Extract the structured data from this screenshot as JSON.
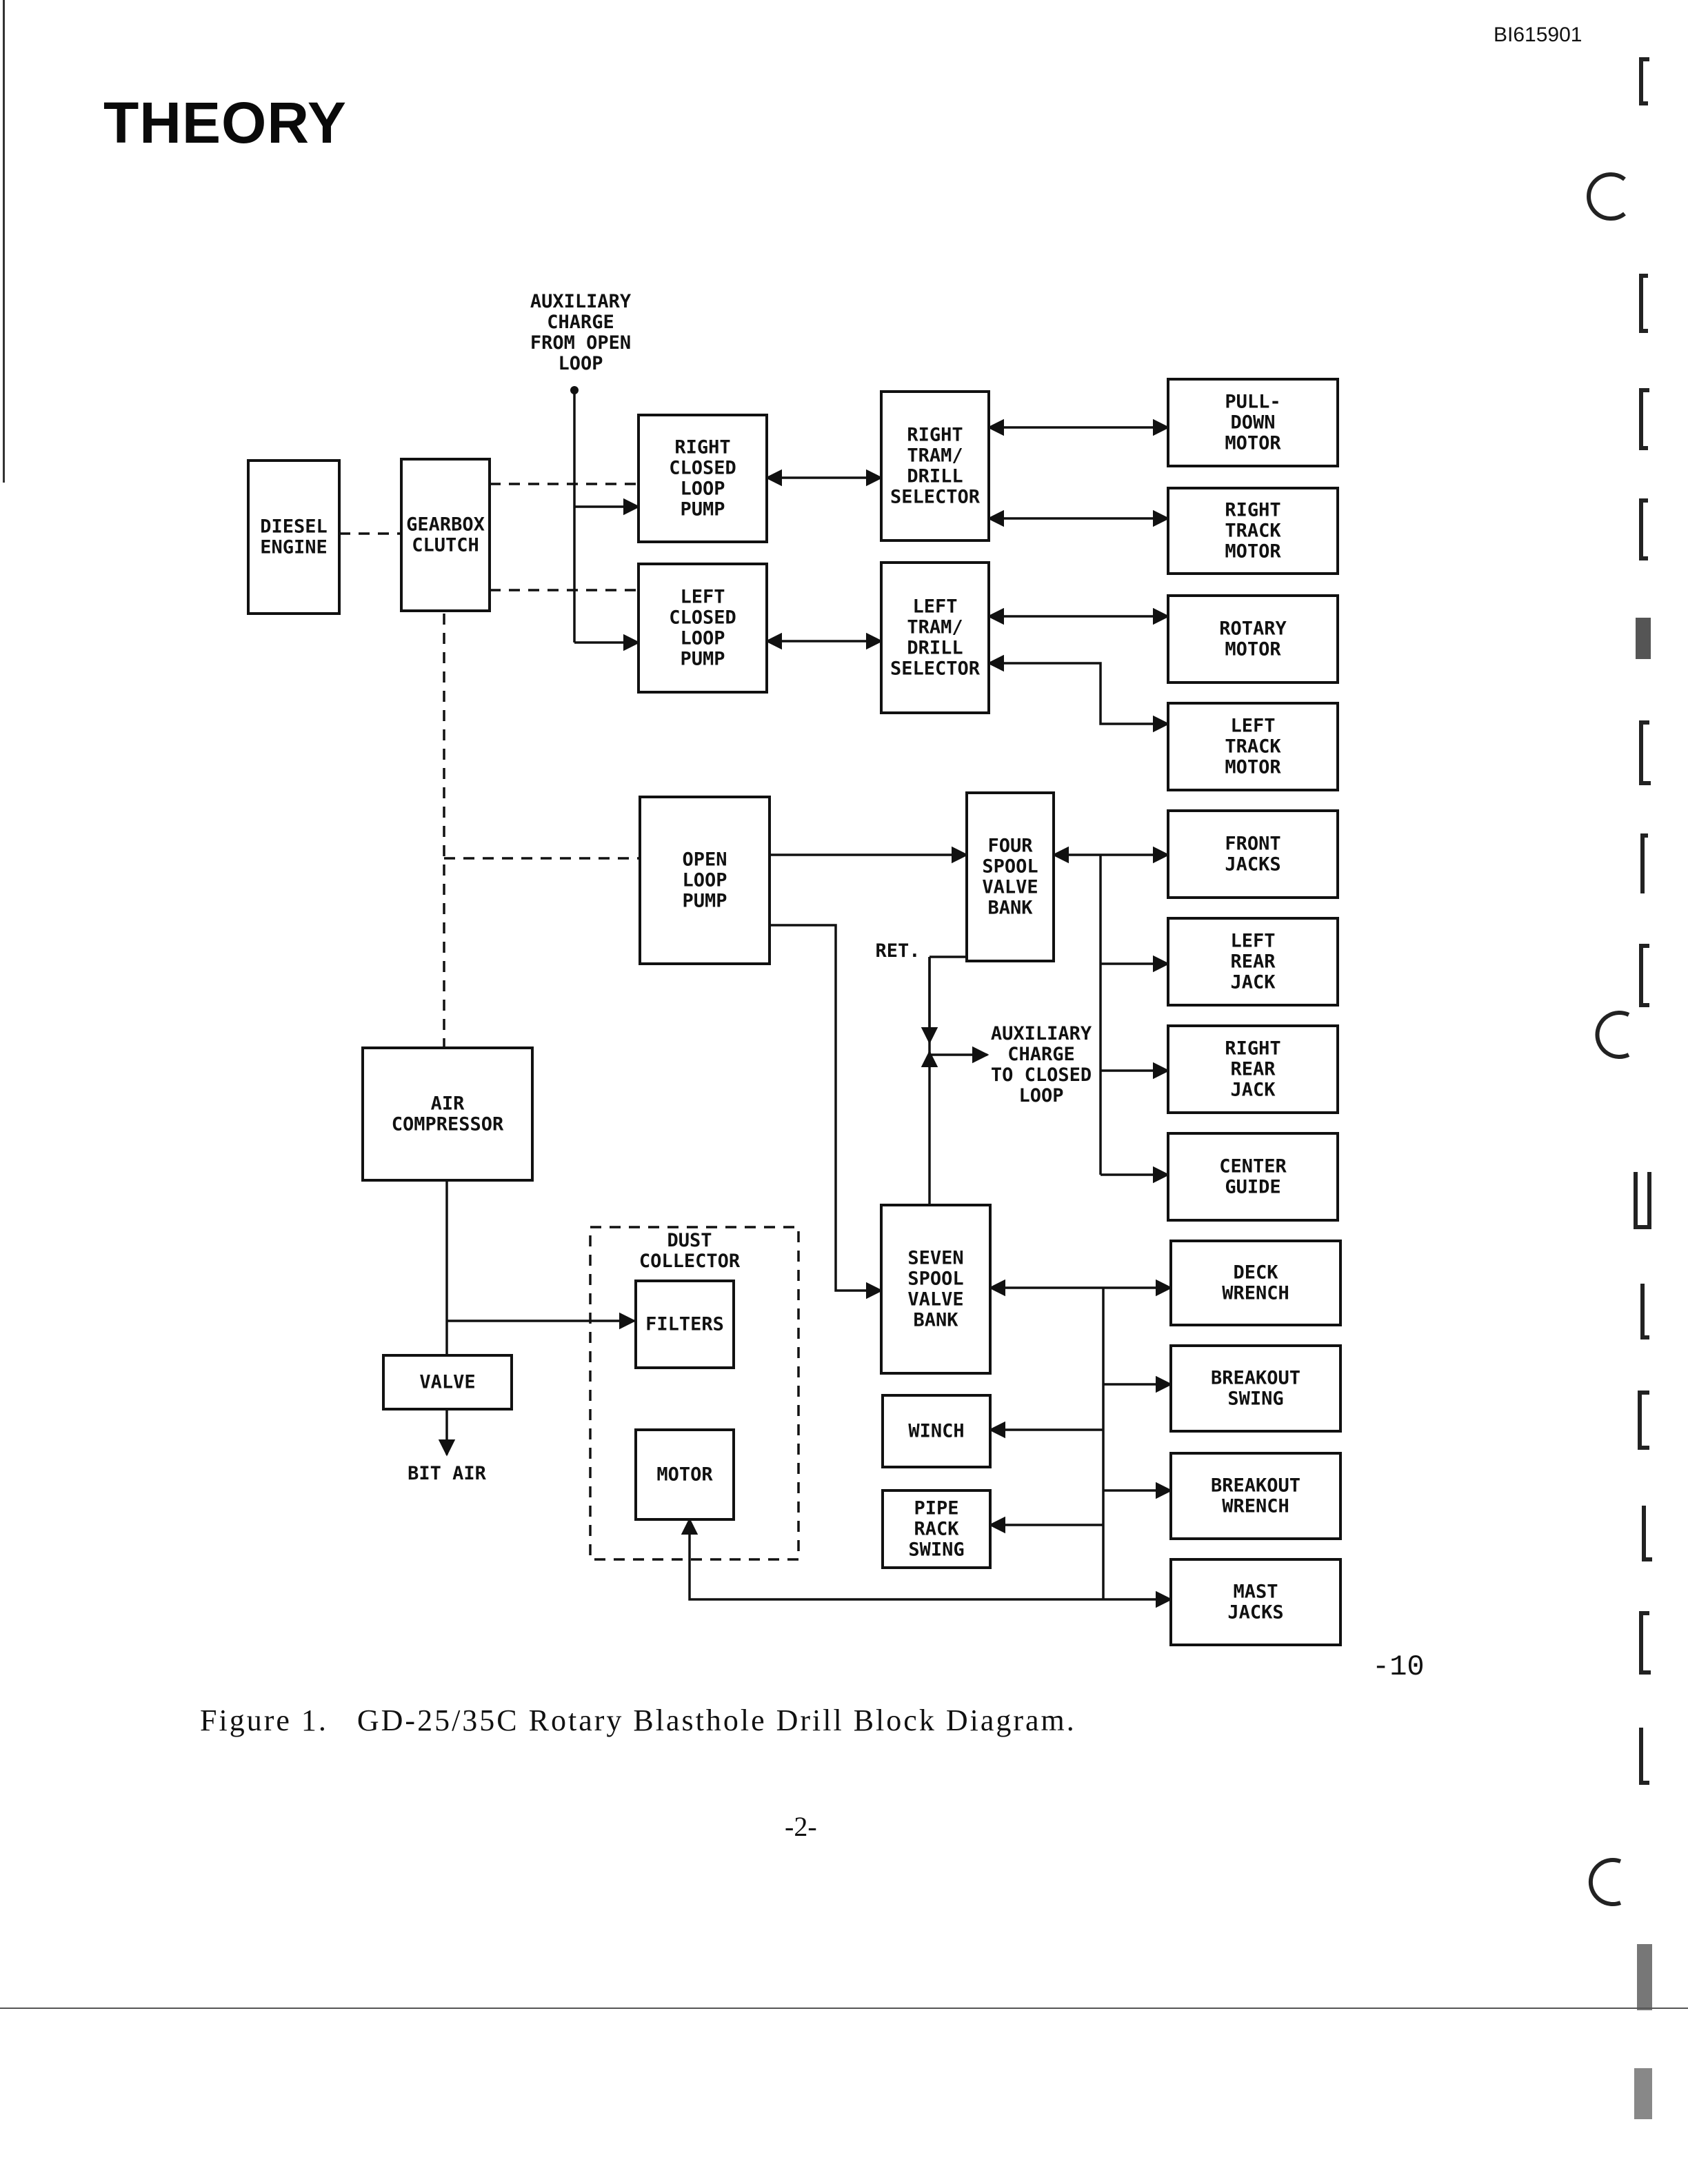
{
  "header": {
    "doc_id": "BI615901",
    "title": "THEORY"
  },
  "diagram": {
    "blocks": {
      "diesel_engine": [
        "DIESEL",
        "ENGINE"
      ],
      "gearbox_clutch": [
        "GEARBOX",
        "CLUTCH"
      ],
      "right_pump": [
        "RIGHT",
        "CLOSED",
        "LOOP",
        "PUMP"
      ],
      "left_pump": [
        "LEFT",
        "CLOSED",
        "LOOP",
        "PUMP"
      ],
      "right_selector": [
        "RIGHT",
        "TRAM/",
        "DRILL",
        "SELECTOR"
      ],
      "left_selector": [
        "LEFT",
        "TRAM/",
        "DRILL",
        "SELECTOR"
      ],
      "pulldown_motor": [
        "PULL-",
        "DOWN",
        "MOTOR"
      ],
      "right_track_motor": [
        "RIGHT",
        "TRACK",
        "MOTOR"
      ],
      "rotary_motor": [
        "ROTARY",
        "MOTOR"
      ],
      "left_track_motor": [
        "LEFT",
        "TRACK",
        "MOTOR"
      ],
      "open_loop_pump": [
        "OPEN",
        "LOOP",
        "PUMP"
      ],
      "four_spool": [
        "FOUR",
        "SPOOL",
        "VALVE",
        "BANK"
      ],
      "front_jacks": [
        "FRONT",
        "JACKS"
      ],
      "left_rear_jack": [
        "LEFT",
        "REAR",
        "JACK"
      ],
      "right_rear_jack": [
        "RIGHT",
        "REAR",
        "JACK"
      ],
      "center_guide": [
        "CENTER",
        "GUIDE"
      ],
      "air_compressor": [
        "AIR",
        "COMPRESSOR"
      ],
      "dust_collector": [
        "DUST",
        "COLLECTOR"
      ],
      "filters": [
        "FILTERS"
      ],
      "motor": [
        "MOTOR"
      ],
      "valve": [
        "VALVE"
      ],
      "seven_spool": [
        "SEVEN",
        "SPOOL",
        "VALVE",
        "BANK"
      ],
      "winch": [
        "WINCH"
      ],
      "pipe_rack_swing": [
        "PIPE",
        "RACK",
        "SWING"
      ],
      "deck_wrench": [
        "DECK",
        "WRENCH"
      ],
      "breakout_swing": [
        "BREAKOUT",
        "SWING"
      ],
      "breakout_wrench": [
        "BREAKOUT",
        "WRENCH"
      ],
      "mast_jacks": [
        "MAST",
        "JACKS"
      ]
    },
    "labels": {
      "aux_from_open": [
        "AUXILIARY",
        "CHARGE",
        "FROM OPEN",
        "LOOP"
      ],
      "aux_to_closed": [
        "AUXILIARY",
        "CHARGE",
        "TO CLOSED",
        "LOOP"
      ],
      "ret": [
        "RET."
      ],
      "bit_air": [
        "BIT AIR"
      ]
    }
  },
  "footer": {
    "margin_number": "-10",
    "caption": "Figure 1.   GD-25/35C Rotary Blasthole Drill Block Diagram.",
    "page_number": "-2-"
  }
}
